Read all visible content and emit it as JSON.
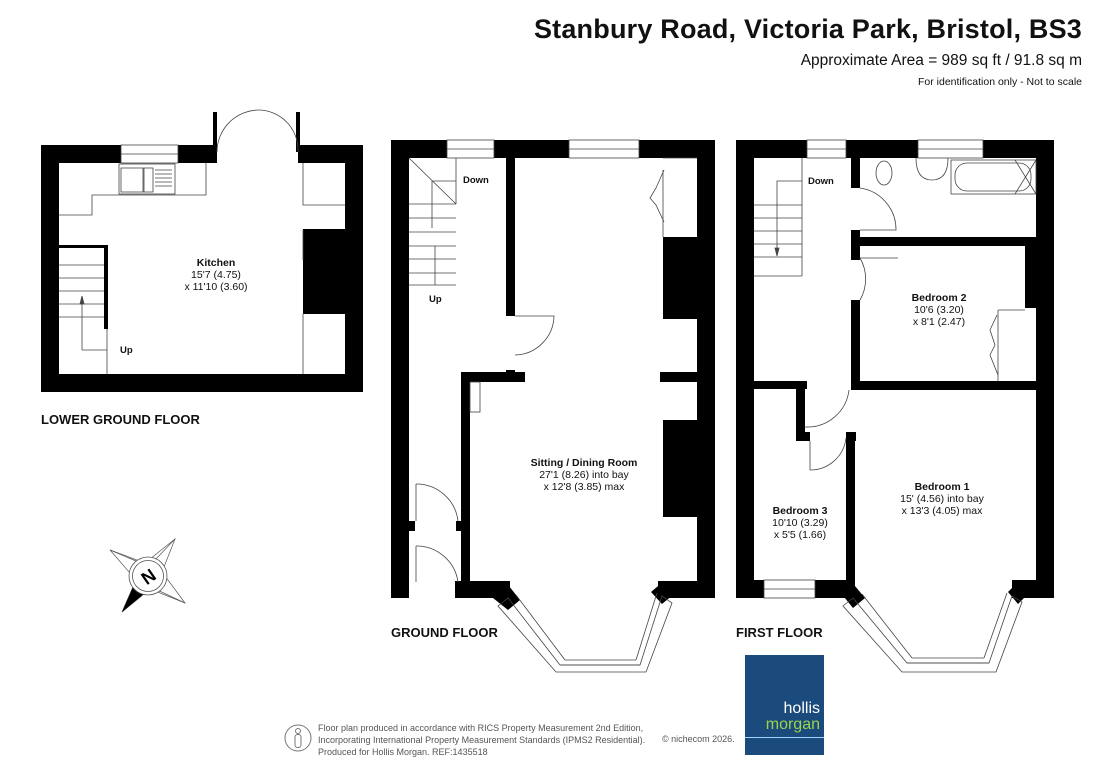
{
  "header": {
    "title": "Stanbury Road, Victoria Park, Bristol, BS3",
    "area": "Approximate Area = 989 sq ft / 91.8 sq m",
    "note": "For identification only - Not to scale"
  },
  "floors": {
    "lower_ground": {
      "label": "LOWER GROUND FLOOR",
      "rooms": [
        {
          "name": "Kitchen",
          "dim1": "15'7 (4.75)",
          "dim2": "x 11'10 (3.60)"
        }
      ],
      "stairs_label": "Up"
    },
    "ground": {
      "label": "GROUND FLOOR",
      "rooms": [
        {
          "name": "Sitting / Dining  Room",
          "dim1": "27'1 (8.26) into bay",
          "dim2": "x 12'8 (3.85) max"
        }
      ],
      "stairs_down_label": "Down",
      "stairs_up_label": "Up"
    },
    "first": {
      "label": "FIRST FLOOR",
      "rooms": [
        {
          "name": "Bedroom 2",
          "dim1": "10'6 (3.20)",
          "dim2": "x 8'1 (2.47)"
        },
        {
          "name": "Bedroom 1",
          "dim1": "15' (4.56) into bay",
          "dim2": "x 13'3 (4.05) max"
        },
        {
          "name": "Bedroom 3",
          "dim1": "10'10 (3.29)",
          "dim2": "x 5'5 (1.66)"
        }
      ],
      "stairs_label": "Down"
    }
  },
  "compass": {
    "label": "N"
  },
  "footer": {
    "line1": "Floor plan produced in accordance with RICS Property Measurement 2nd Edition,",
    "line2": "Incorporating International Property Measurement Standards (IPMS2 Residential).",
    "line3": "Produced for Hollis Morgan.    REF:1435518",
    "copyright": "© nichecom 2026."
  },
  "logo": {
    "line1": "hollis",
    "line2": "morgan",
    "bg_color": "#1a4b7c",
    "accent_color": "#9fd24a"
  }
}
